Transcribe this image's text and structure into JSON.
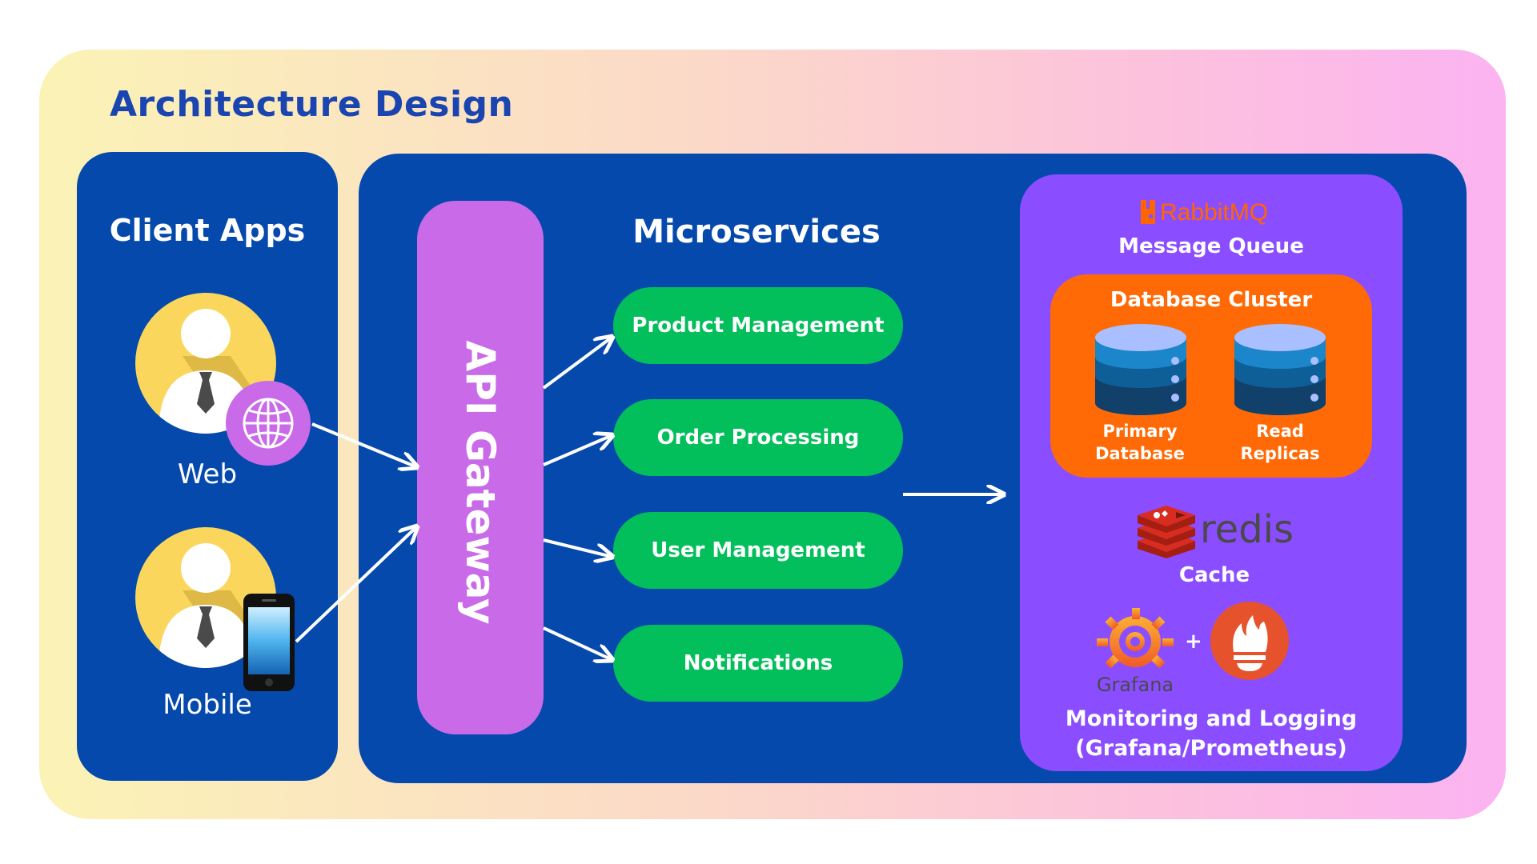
{
  "title": "Architecture Design",
  "client_apps": {
    "heading": "Client Apps",
    "web_label": "Web",
    "mobile_label": "Mobile"
  },
  "gateway": {
    "label": "API Gateway"
  },
  "microservices": {
    "heading": "Microservices",
    "items": [
      "Product Management",
      "Order Processing",
      "User Management",
      "Notifications"
    ]
  },
  "infrastructure": {
    "rabbitmq_logo": "RabbitMQ",
    "message_queue": "Message Queue",
    "db_cluster": "Database Cluster",
    "primary_db_line1": "Primary",
    "primary_db_line2": "Database",
    "read_replicas_line1": "Read",
    "read_replicas_line2": "Replicas",
    "redis_logo": "redis",
    "cache": "Cache",
    "grafana_logo": "Grafana",
    "plus": "+",
    "monitoring_line1": "Monitoring and Logging",
    "monitoring_line2": "(Grafana/Prometheus)"
  },
  "colors": {
    "panel_blue": "#0549ad",
    "gateway_purple": "#c96ae8",
    "service_green": "#03bf5b",
    "infra_purple": "#8a4dff",
    "db_orange": "#ff6a06",
    "title_blue": "#1a45b0"
  },
  "icons": [
    "user-avatar-icon",
    "globe-icon",
    "smartphone-icon",
    "database-icon",
    "rabbitmq-logo",
    "redis-logo",
    "grafana-logo",
    "prometheus-logo",
    "arrow-icon"
  ]
}
